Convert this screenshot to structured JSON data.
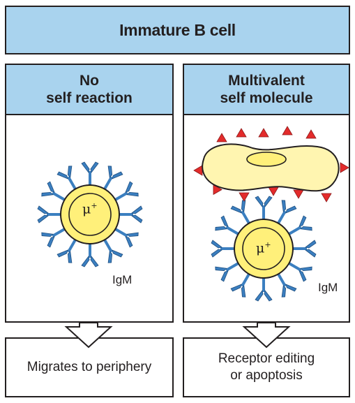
{
  "title": "Immature B cell",
  "left_panel": {
    "heading": "No\nself reaction",
    "cell_marker": "μ",
    "cell_marker_sup": "+",
    "antibody_label": "IgM",
    "outcome": "Migrates to periphery"
  },
  "right_panel": {
    "heading": "Multivalent\nself molecule",
    "cell_marker": "μ",
    "cell_marker_sup": "+",
    "antibody_label": "IgM",
    "outcome": "Receptor editing\nor apoptosis"
  },
  "colors": {
    "header_fill": "#a9d3ee",
    "cell_fill": "#fff07a",
    "antibody": "#3b7fc0",
    "self_molecule": "#e32b2b",
    "self_cell_fill": "#fff5b0"
  }
}
